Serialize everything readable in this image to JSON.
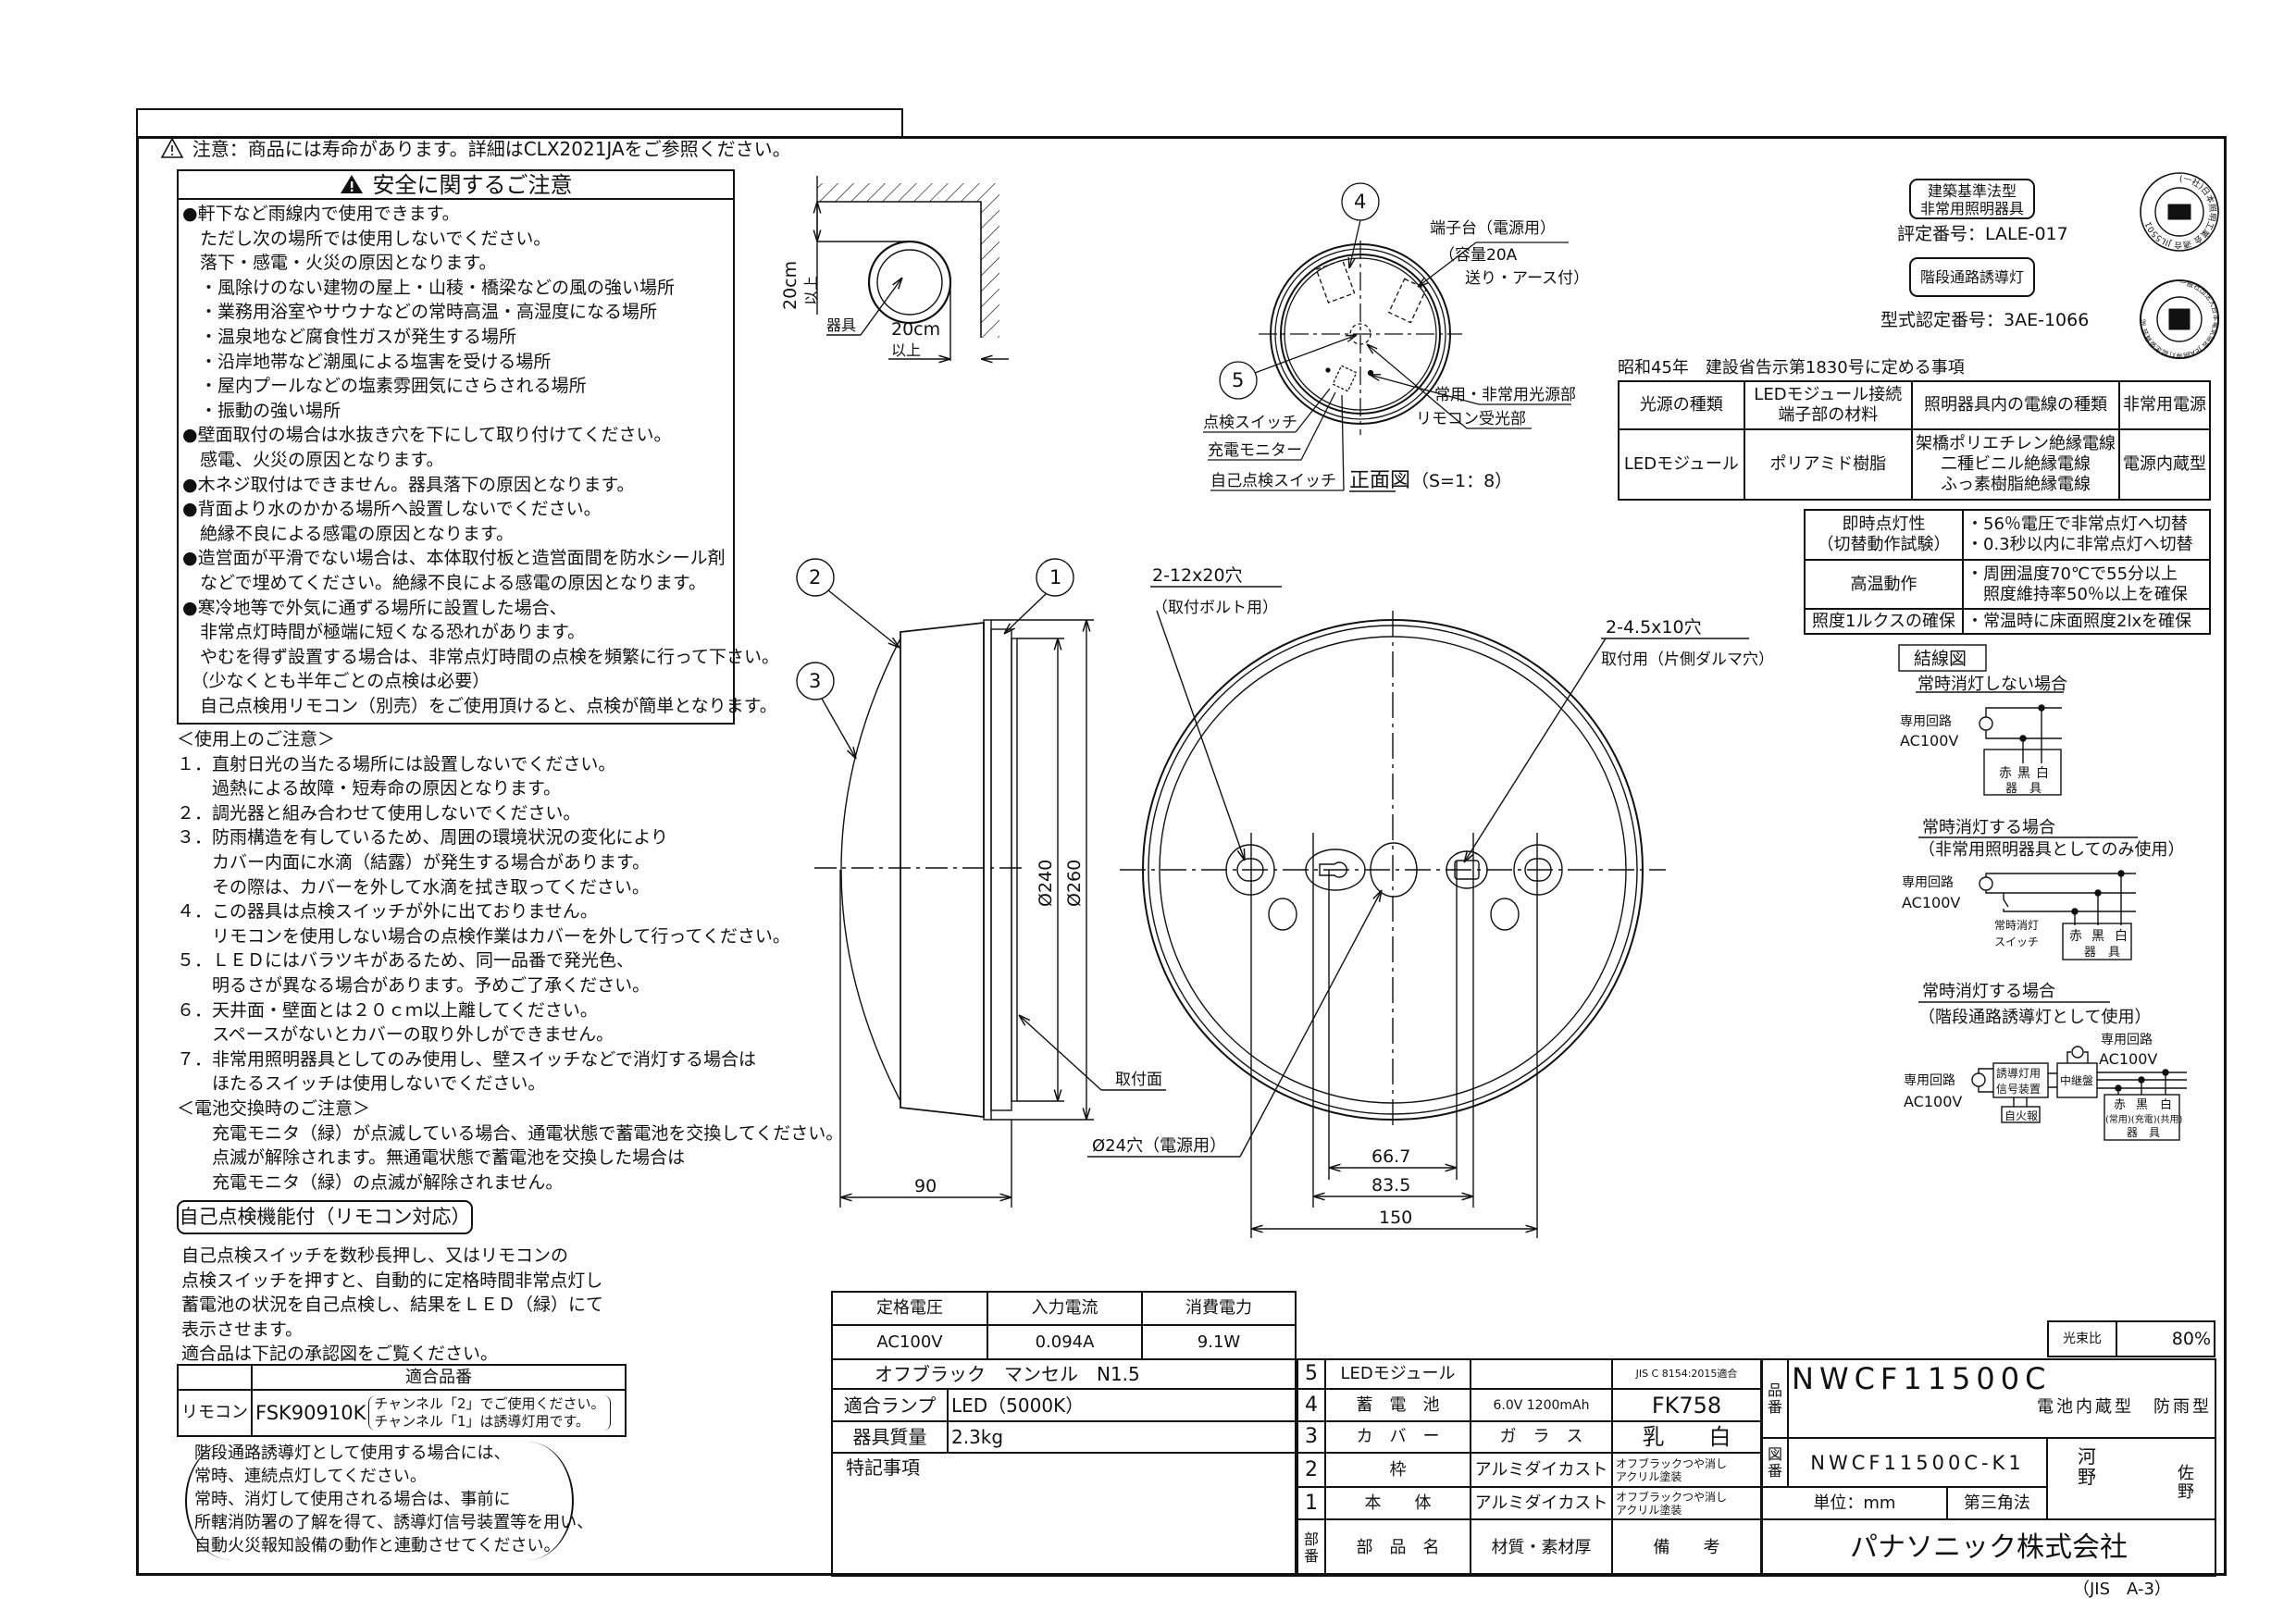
{
  "banner": {
    "text": "注意：商品には寿命があります。詳細はCLX2021JAをご参照ください。"
  },
  "safety": {
    "title": "安全に関するご注意",
    "lines": [
      "●軒下など雨線内で使用できます。",
      "　ただし次の場所では使用しないでください。",
      "　落下・感電・火災の原因となります。",
      "　・風除けのない建物の屋上・山稜・橋梁などの風の強い場所",
      "　・業務用浴室やサウナなどの常時高温・高湿度になる場所",
      "　・温泉地など腐食性ガスが発生する場所",
      "　・沿岸地帯など潮風による塩害を受ける場所",
      "　・屋内プールなどの塩素雰囲気にさらされる場所",
      "　・振動の強い場所",
      "●壁面取付の場合は水抜き穴を下にして取り付けてください。",
      "　感電、火災の原因となります。",
      "●木ネジ取付はできません。器具落下の原因となります。",
      "●背面より水のかかる場所へ設置しないでください。",
      "　絶縁不良による感電の原因となります。",
      "●造営面が平滑でない場合は、本体取付板と造営面間を防水シール剤",
      "　などで埋めてください。絶縁不良による感電の原因となります。",
      "●寒冷地等で外気に通ずる場所に設置した場合、",
      "　非常点灯時間が極端に短くなる恐れがあります。",
      "　やむを得ず設置する場合は、非常点灯時間の点検を頻繁に行って下さい。",
      "　（少なくとも半年ごとの点検は必要）",
      "　自己点検用リモコン（別売）をご使用頂けると、点検が簡単となります。"
    ]
  },
  "usage": {
    "lines": [
      "＜使用上のご注意＞",
      "１．直射日光の当たる場所には設置しないでください。",
      "　　過熱による故障・短寿命の原因となります。",
      "２．調光器と組み合わせて使用しないでください。",
      "３．防雨構造を有しているため、周囲の環境状況の変化により",
      "　　カバー内面に水滴（結露）が発生する場合があります。",
      "　　その際は、カバーを外して水滴を拭き取ってください。",
      "４．この器具は点検スイッチが外に出ておりません。",
      "　　リモコンを使用しない場合の点検作業はカバーを外して行ってください。",
      "５．ＬＥＤにはバラツキがあるため、同一品番で発光色、",
      "　　明るさが異なる場合があります。予めご了承ください。",
      "６．天井面・壁面とは２０ｃｍ以上離してください。",
      "　　スペースがないとカバーの取り外しができません。",
      "７．非常用照明器具としてのみ使用し、壁スイッチなどで消灯する場合は",
      "　　ほたるスイッチは使用しないでください。",
      "＜電池交換時のご注意＞",
      "　　充電モニタ（緑）が点滅している場合、通電状態で蓄電池を交換してください。",
      "　　点滅が解除されます。無通電状態で蓄電池を交換した場合は",
      "　　充電モニタ（緑）の点滅が解除されません。"
    ]
  },
  "selfcheck": {
    "title": "自己点検機能付（リモコン対応）",
    "lines": [
      "自己点検スイッチを数秒長押し、又はリモコンの",
      "点検スイッチを押すと、自動的に定格時間非常点灯し",
      "蓄電池の状況を自己点検し、結果をＬＥＤ（緑）にて",
      "表示させます。",
      "適合品は下記の承認図をご覧ください。"
    ],
    "table": {
      "header": "適合品番",
      "row_label": "リモコン",
      "model": "FSK90910K",
      "note1": "チャンネル「2」でご使用ください。",
      "note2": "チャンネル「1」は誘導灯用です。"
    },
    "bracket_lines": [
      "階段通路誘導灯として使用する場合には、",
      "常時、連続点灯してください。",
      "常時、消灯して使用される場合は、事前に",
      "所轄消防署の了解を得て、誘導灯信号装置等を用い、",
      "自動火災報知設備の動作と連動させてください。"
    ]
  },
  "wall": {
    "dist_v": "20cm",
    "above_v": "以上",
    "fixture": "器具",
    "dist_h": "20cm",
    "above_h": "以上"
  },
  "front_view": {
    "num4": "4",
    "num5": "5",
    "terminal": "端子台（電源用）",
    "capacity": "（容量20A",
    "feed": "送り・アース付）",
    "light_source": "常用・非常用光源部",
    "remote_receiver": "リモコン受光部",
    "check_switch": "点検スイッチ",
    "charge_monitor": "充電モニター",
    "self_check_switch": "自己点検スイッチ",
    "title": "正面図",
    "scale": "（S=1：8）"
  },
  "side_view": {
    "num1": "1",
    "num2": "2",
    "num3": "3",
    "dia240": "Ø240",
    "dia260": "Ø260",
    "mount_face": "取付面",
    "depth": "90"
  },
  "bottom_view": {
    "bolt_holes": "2-12x20穴",
    "bolt_note": "（取付ボルト用）",
    "mount_holes": "2-4.5x10穴",
    "mount_note": "取付用（片側ダルマ穴）",
    "power_hole": "Ø24穴（電源用）",
    "dim1": "66.7",
    "dim2": "83.5",
    "dim3": "150"
  },
  "certs": {
    "box1_line1": "建築基準法型",
    "box1_line2": "非常用照明器具",
    "rating_no": "評定番号：LALE-017",
    "box2": "階段通路誘導灯",
    "type_no": "型式認定番号：3AE-1066",
    "stamp1_text": "(一社)日本照明工業会 適合 JIL5501",
    "stamp2_text": "一般社団法人日本電気協会 JEA誘導灯認定委員会 認"
  },
  "notice": {
    "heading": "昭和45年　建設省告示第1830号に定める事項",
    "headers": [
      "光源の種類",
      "LEDモジュール接続\n端子部の材料",
      "照明器具内の電線の種類",
      "非常用電源"
    ],
    "row": [
      "LEDモジュール",
      "ポリアミド樹脂",
      "架橋ポリエチレン絶縁電線\n二種ビニル絶縁電線\nふっ素樹脂絶縁電線",
      "電源内蔵型"
    ]
  },
  "performance": [
    {
      "label": "即時点灯性\n（切替動作試験）",
      "value": "・56％電圧で非常点灯へ切替\n・0.3秒以内に非常点灯へ切替"
    },
    {
      "label": "高温動作",
      "value": "・周囲温度70℃で55分以上\n　照度維持率50％以上を確保"
    },
    {
      "label": "照度1ルクスの確保",
      "value": "・常温時に床面照度2lxを確保"
    }
  ],
  "wiring": {
    "title": "結線図",
    "d1": {
      "title": "常時消灯しない場合",
      "circuit": "専用回路",
      "voltage": "AC100V",
      "red": "赤",
      "black": "黒",
      "white": "白",
      "fixture": "器　具"
    },
    "d2": {
      "title": "常時消灯する場合",
      "subtitle": "（非常用照明器具としてのみ使用）",
      "circuit": "専用回路",
      "voltage": "AC100V",
      "switch1": "常時消灯",
      "switch2": "スイッチ",
      "red": "赤",
      "black": "黒",
      "white": "白",
      "fixture": "器　具"
    },
    "d3": {
      "title": "常時消灯する場合",
      "subtitle": "（階段通路誘導灯として使用）",
      "circuit": "専用回路",
      "voltage": "AC100V",
      "circuit2": "専用回路",
      "voltage2": "AC100V",
      "signal1": "誘導灯用",
      "signal2": "信号装置",
      "fire": "自火報",
      "relay": "中継盤",
      "red": "赤",
      "black": "黒",
      "white": "白",
      "roles": "(常用)(充電)(共用)",
      "fixture": "器　具"
    }
  },
  "specs": {
    "headers": [
      "定格電圧",
      "入力電流",
      "消費電力"
    ],
    "values": [
      "AC100V",
      "0.094A",
      "9.1W"
    ],
    "color": "オフブラック　マンセル　N1.5",
    "lamp_label": "適合ランプ",
    "lamp_value": "LED（5000K）",
    "mass_label": "器具質量",
    "mass_value": "2.3kg",
    "notes_label": "特記事項"
  },
  "parts": {
    "rows": [
      {
        "no": "5",
        "name": "LEDモジュール",
        "material": "",
        "note": "JIS C 8154:2015適合"
      },
      {
        "no": "4",
        "name": "蓄　電　池",
        "material": "6.0V 1200mAh",
        "note": "FK758"
      },
      {
        "no": "3",
        "name": "カ　バ　ー",
        "material": "ガ　ラ　ス",
        "note": "乳　　白"
      },
      {
        "no": "2",
        "name": "枠",
        "material": "アルミダイカスト",
        "note": "オフブラックつや消し\nアクリル塗装"
      },
      {
        "no": "1",
        "name": "本　　体",
        "material": "アルミダイカスト",
        "note": "オフブラックつや消し\nアクリル塗装"
      }
    ],
    "header": {
      "no": "部\n番",
      "name": "部　品　名",
      "material": "材質・素材厚",
      "note": "備　　考"
    }
  },
  "title_block": {
    "flux_label": "光束比",
    "flux_value": "80%",
    "model_label": "品\n番",
    "model": "NWCF11500C",
    "type": "電池内蔵型　防雨型",
    "drawing_label": "図\n番",
    "drawing_no": "NWCF11500C-K1",
    "unit": "単位：mm",
    "projection": "第三角法",
    "sign1": "河\n野",
    "sign2": "佐\n野",
    "company": "パナソニック株式会社"
  },
  "paper_size": "（JIS　A-3）"
}
